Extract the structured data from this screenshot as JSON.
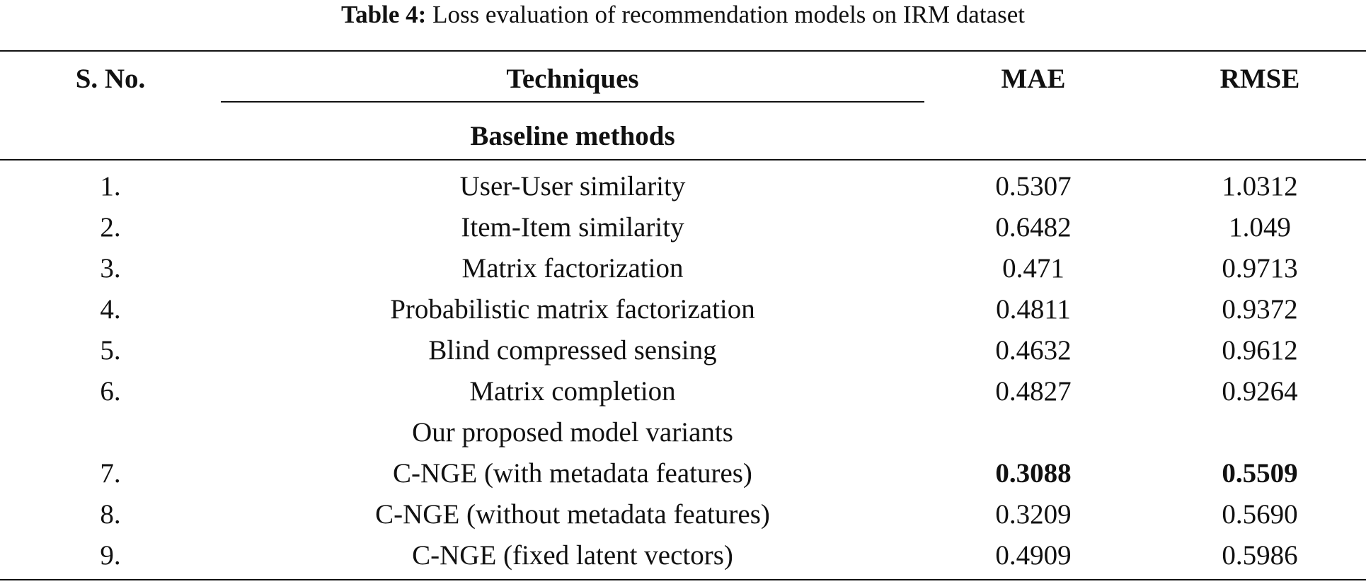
{
  "caption": {
    "label": "Table 4:",
    "text": " Loss evaluation of recommendation models on IRM dataset"
  },
  "headers": {
    "sno": "S. No.",
    "techniques": "Techniques",
    "mae": "MAE",
    "rmse": "RMSE"
  },
  "sections": {
    "baseline": "Baseline methods",
    "proposed": "Our proposed model variants"
  },
  "rows": [
    {
      "sno": "1.",
      "technique": "User-User similarity",
      "mae": "0.5307",
      "rmse": "1.0312"
    },
    {
      "sno": "2.",
      "technique": "Item-Item similarity",
      "mae": "0.6482",
      "rmse": "1.049"
    },
    {
      "sno": "3.",
      "technique": "Matrix factorization",
      "mae": "0.471",
      "rmse": "0.9713"
    },
    {
      "sno": "4.",
      "technique": "Probabilistic matrix factorization",
      "mae": "0.4811",
      "rmse": "0.9372"
    },
    {
      "sno": "5.",
      "technique": "Blind compressed sensing",
      "mae": "0.4632",
      "rmse": "0.9612"
    },
    {
      "sno": "6.",
      "technique": "Matrix completion",
      "mae": "0.4827",
      "rmse": "0.9264"
    },
    {
      "sno": "7.",
      "technique": "C-NGE (with metadata features)",
      "mae": "0.3088",
      "rmse": "0.5509"
    },
    {
      "sno": "8.",
      "technique": "C-NGE (without metadata features)",
      "mae": "0.3209",
      "rmse": "0.5690"
    },
    {
      "sno": "9.",
      "technique": "C-NGE (fixed latent vectors)",
      "mae": "0.4909",
      "rmse": "0.5986"
    }
  ]
}
